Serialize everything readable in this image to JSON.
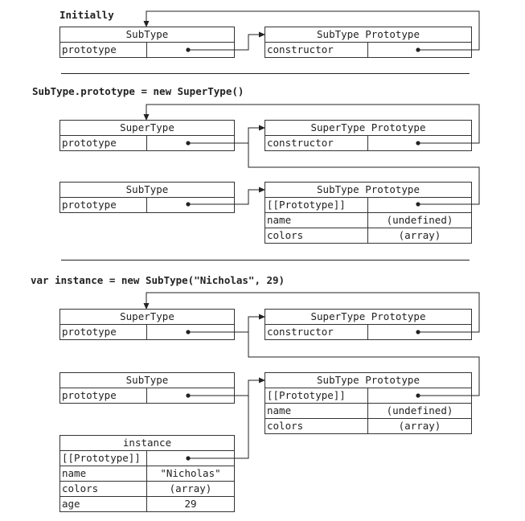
{
  "sections": [
    {
      "heading": "Initially"
    },
    {
      "heading": "SubType.prototype = new SuperType()"
    },
    {
      "heading": "var instance = new SubType(\"Nicholas\", 29)"
    }
  ],
  "s1": {
    "subtype": {
      "title": "SubType",
      "rows": [
        {
          "key": "prototype",
          "value": ""
        }
      ]
    },
    "subtype_proto": {
      "title": "SubType Prototype",
      "rows": [
        {
          "key": "constructor",
          "value": ""
        }
      ]
    }
  },
  "s2": {
    "supertype": {
      "title": "SuperType",
      "rows": [
        {
          "key": "prototype",
          "value": ""
        }
      ]
    },
    "supertype_proto": {
      "title": "SuperType Prototype",
      "rows": [
        {
          "key": "constructor",
          "value": ""
        }
      ]
    },
    "subtype": {
      "title": "SubType",
      "rows": [
        {
          "key": "prototype",
          "value": ""
        }
      ]
    },
    "subtype_proto": {
      "title": "SubType Prototype",
      "rows": [
        {
          "key": "[[Prototype]]",
          "value": ""
        },
        {
          "key": "name",
          "value": "(undefined)"
        },
        {
          "key": "colors",
          "value": "(array)"
        }
      ]
    }
  },
  "s3": {
    "supertype": {
      "title": "SuperType",
      "rows": [
        {
          "key": "prototype",
          "value": ""
        }
      ]
    },
    "supertype_proto": {
      "title": "SuperType Prototype",
      "rows": [
        {
          "key": "constructor",
          "value": ""
        }
      ]
    },
    "subtype": {
      "title": "SubType",
      "rows": [
        {
          "key": "prototype",
          "value": ""
        }
      ]
    },
    "subtype_proto": {
      "title": "SubType Prototype",
      "rows": [
        {
          "key": "[[Prototype]]",
          "value": ""
        },
        {
          "key": "name",
          "value": "(undefined)"
        },
        {
          "key": "colors",
          "value": "(array)"
        }
      ]
    },
    "instance": {
      "title": "instance",
      "rows": [
        {
          "key": "[[Prototype]]",
          "value": ""
        },
        {
          "key": "name",
          "value": "\"Nicholas\""
        },
        {
          "key": "colors",
          "value": "(array)"
        },
        {
          "key": "age",
          "value": "29"
        }
      ]
    }
  },
  "colors": {
    "line": "#222222",
    "background": "#ffffff"
  }
}
